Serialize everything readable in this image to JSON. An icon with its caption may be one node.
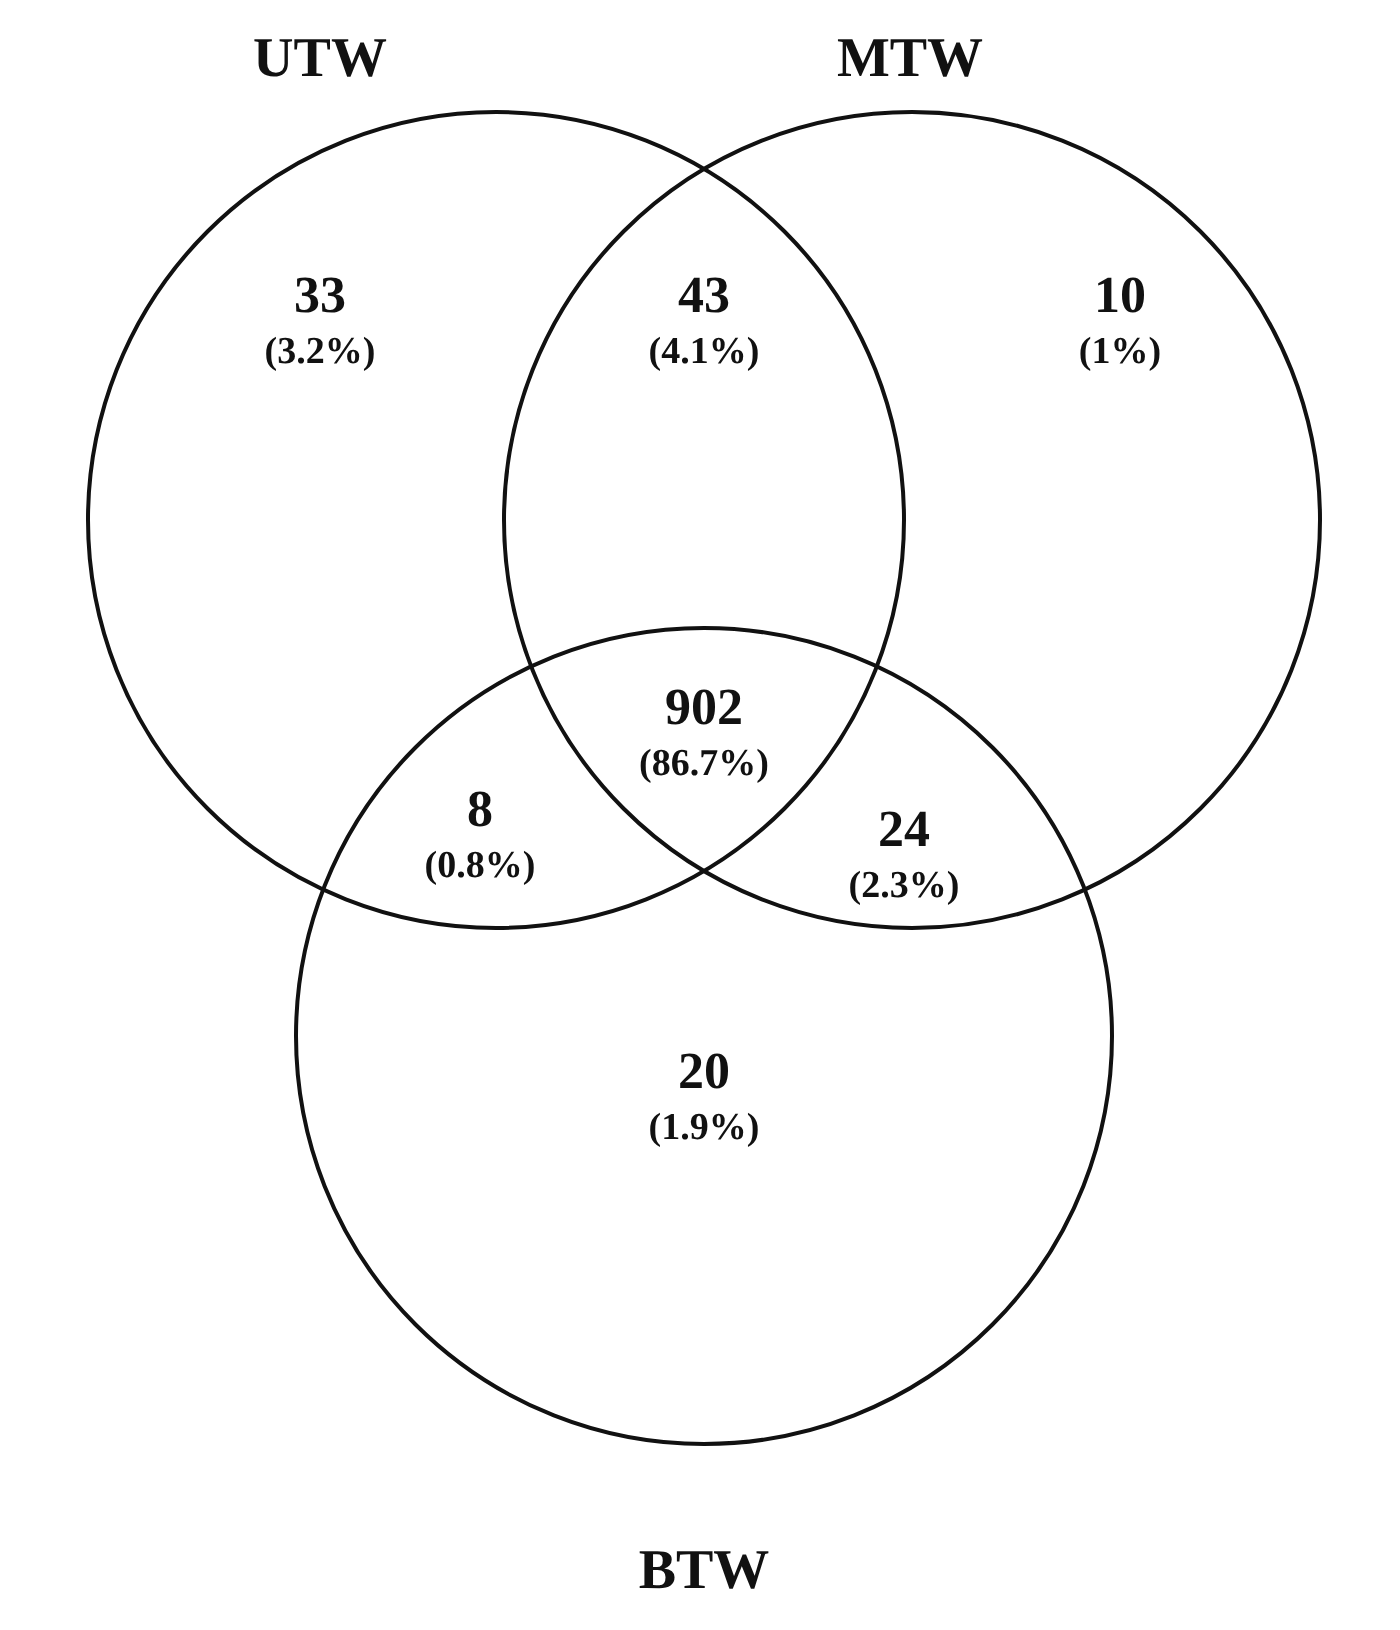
{
  "diagram": {
    "nodes": [
      {
        "text": [
          "UTW"
        ]
      },
      {
        "text": [
          "MTW"
        ]
      },
      {
        "text": [
          "BTW"
        ]
      }
    ],
    "labels": [
      "33",
      "(3.2%)",
      "43",
      "(4.1%)",
      "10",
      "(1%)",
      "902",
      "(86.7%)",
      "8",
      "(0.8%)",
      "24",
      "(2.3%)",
      "20",
      "(1.9%)"
    ]
  }
}
